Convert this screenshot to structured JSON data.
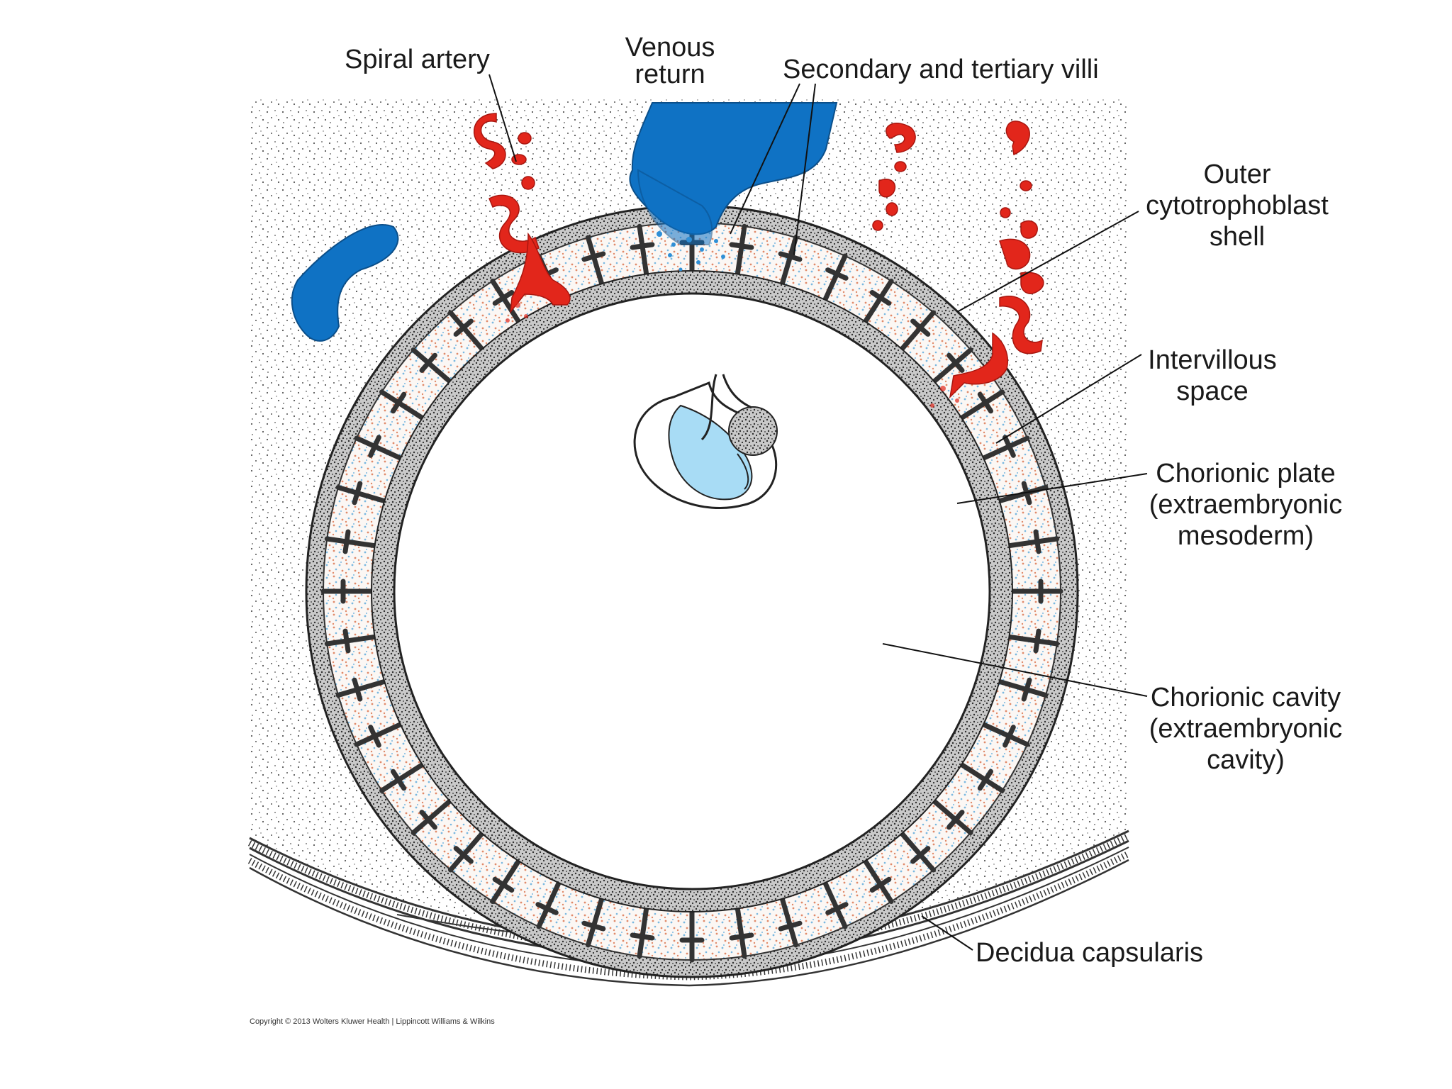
{
  "labels": {
    "spiral_artery": "Spiral artery",
    "venous_return": [
      "Venous",
      "return"
    ],
    "villi": "Secondary and tertiary villi",
    "outer_shell": [
      "Outer",
      "cytotrophoblast",
      "shell"
    ],
    "intervillous": [
      "Intervillous",
      "space"
    ],
    "chorionic_plate": [
      "Chorionic plate",
      "(extraembryonic",
      "mesoderm)"
    ],
    "chorionic_cavity": [
      "Chorionic cavity",
      "(extraembryonic",
      "cavity)"
    ],
    "decidua": "Decidua capsularis"
  },
  "copyright": "Copyright © 2013 Wolters Kluwer Health | Lippincott Williams & Wilkins",
  "colors": {
    "artery": "#e2261b",
    "vein": "#0f72c4",
    "embryo": "#a8dcf5",
    "stipple": "#3a3a3a",
    "dot_red": "#e08a6a",
    "dot_blue": "#7ab8e0"
  }
}
